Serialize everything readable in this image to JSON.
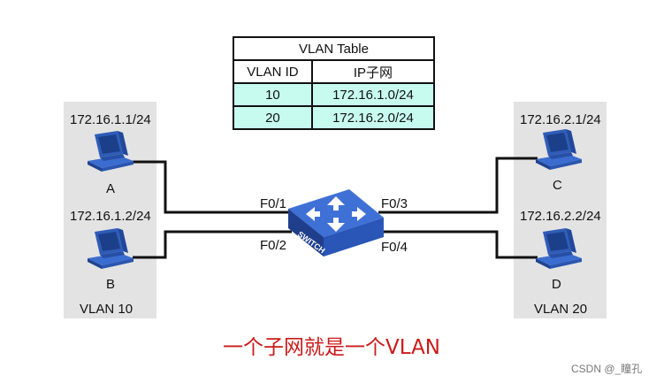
{
  "table": {
    "title": "VLAN Table",
    "headers": [
      "VLAN ID",
      "IP子网"
    ],
    "rows": [
      [
        "10",
        "172.16.1.0/24"
      ],
      [
        "20",
        "172.16.2.0/24"
      ]
    ]
  },
  "hosts": {
    "a": {
      "ip": "172.16.1.1/24",
      "label": "A"
    },
    "b": {
      "ip": "172.16.1.2/24",
      "label": "B"
    },
    "c": {
      "ip": "172.16.2.1/24",
      "label": "C"
    },
    "d": {
      "ip": "172.16.2.2/24",
      "label": "D"
    }
  },
  "vlans": {
    "left": "VLAN 10",
    "right": "VLAN 20"
  },
  "switch": {
    "label": "SWITCH",
    "ports": {
      "f01": "F0/1",
      "f02": "F0/2",
      "f03": "F0/3",
      "f04": "F0/4"
    }
  },
  "caption": "一个子网就是一个VLAN",
  "watermark": "CSDN @_瞳孔",
  "colors": {
    "vlan_bg": "#e3e3e3",
    "table_data_bg": "#c8fbf0",
    "caption": "#cc1a1a",
    "switch_blue": "#2a56b8"
  }
}
